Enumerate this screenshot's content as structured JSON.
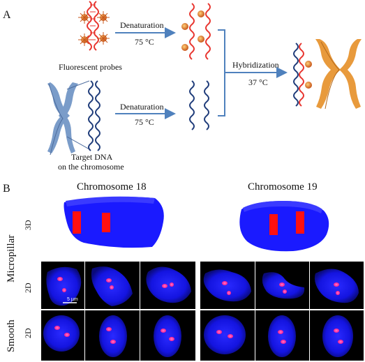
{
  "panel_a": {
    "label": "A",
    "probes_label": "Fluorescent probes",
    "target_label_line1": "Target DNA",
    "target_label_line2": "on the chromosome",
    "step1_label": "Denaturation",
    "step1_temp": "75 °C",
    "step2_label": "Denaturation",
    "step2_temp": "75 °C",
    "step3_label": "Hybridization",
    "step3_temp": "37 °C",
    "colors": {
      "probe_strand": "#e8352f",
      "target_strand": "#1f3c7a",
      "arrow": "#4f81bd",
      "fluorophore": "#e07a1c",
      "chromosome_blue": "#7a9cc9",
      "chromosome_orange": "#e89a3c"
    }
  },
  "panel_b": {
    "label": "B",
    "col_left": "Chromosome 18",
    "col_right": "Chromosome 19",
    "row_micropillar": "Micropillar",
    "row_smooth": "Smooth",
    "tag_3d": "3D",
    "tag_2d": "2D",
    "scale_bar": "5 µm",
    "colors": {
      "nucleus": "#1a1aff",
      "signal": "#ff1a8c",
      "signal_3d": "#ff1010",
      "background": "#000000"
    }
  }
}
